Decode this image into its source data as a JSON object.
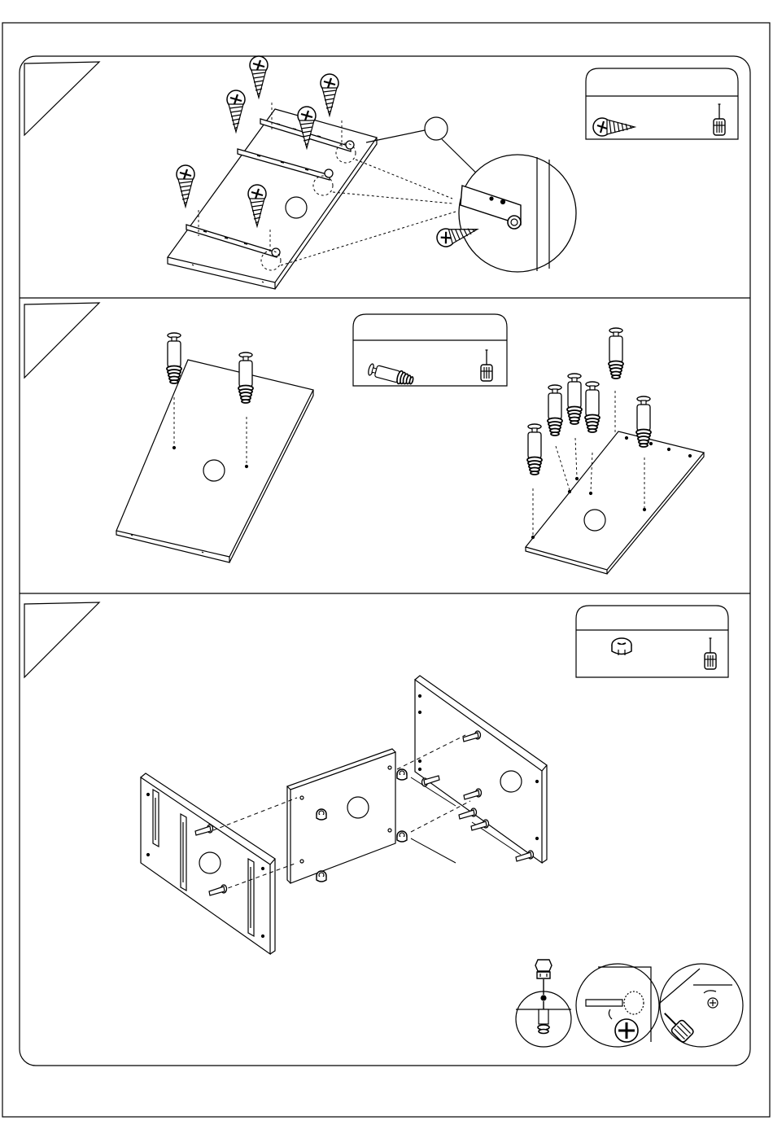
{
  "document": {
    "type": "assembly-instructions-page",
    "steps": [
      {
        "step_label": "",
        "hardware_box": {
          "items": [
            "screw-icon",
            "screwdriver-icon"
          ]
        },
        "parts": [
          "drawer-slide-rail",
          "screw",
          "panel"
        ]
      },
      {
        "step_label": "",
        "hardware_box": {
          "items": [
            "cam-bolt-icon",
            "screwdriver-icon"
          ]
        },
        "parts": [
          "cam-bolt",
          "panel"
        ]
      },
      {
        "step_label": "",
        "hardware_box": {
          "items": [
            "cam-lock-icon",
            "screwdriver-icon"
          ]
        },
        "parts": [
          "side-panel",
          "center-panel",
          "side-panel",
          "cam-bolt",
          "cam-lock"
        ]
      }
    ]
  }
}
